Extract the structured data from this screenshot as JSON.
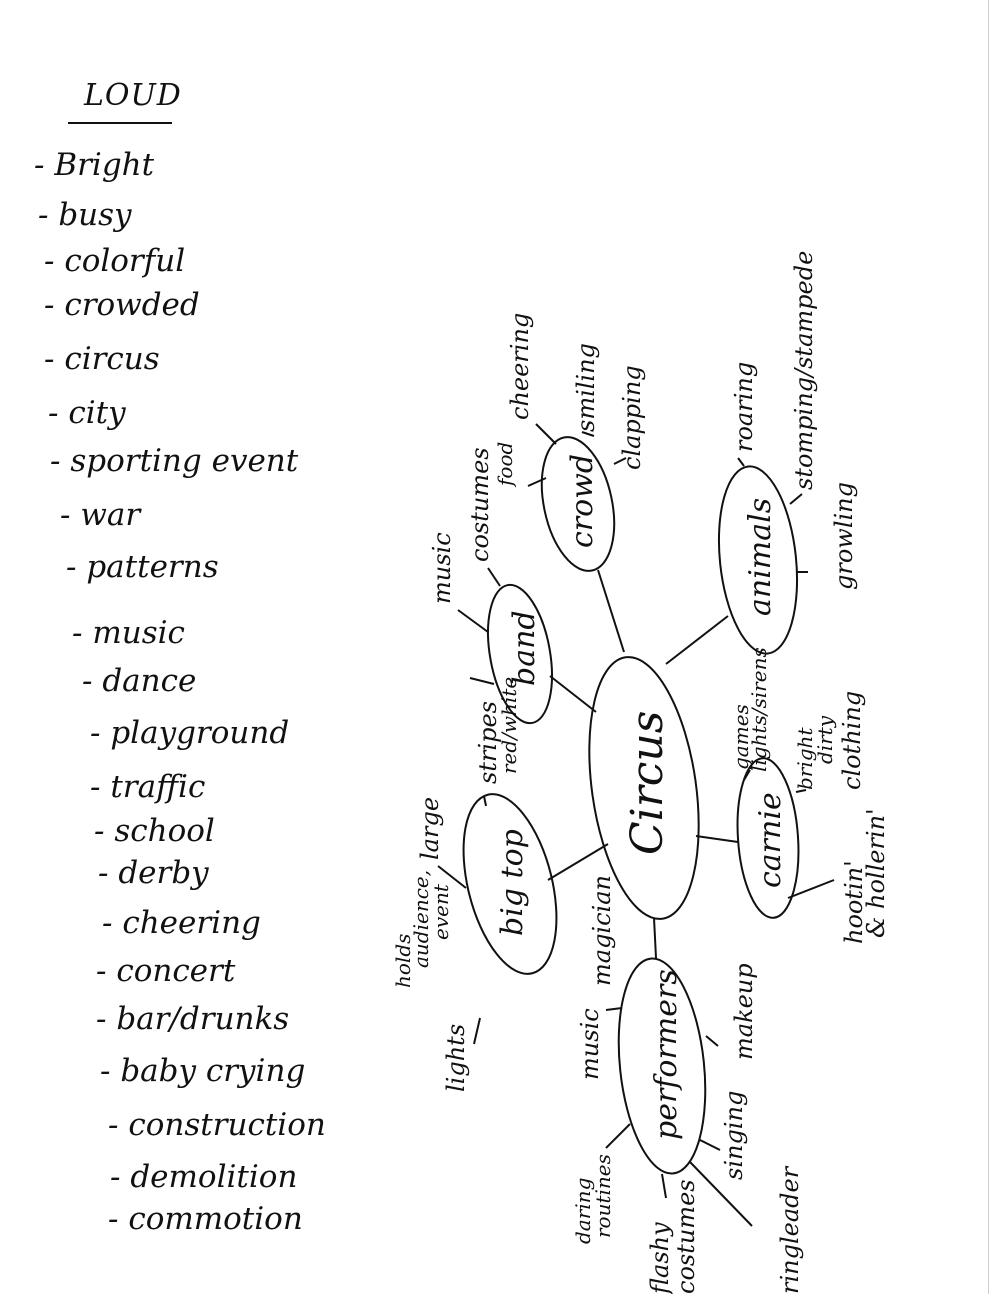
{
  "list": {
    "title": "LOUD",
    "items": [
      "- Bright",
      "- busy",
      "- colorful",
      "- crowded",
      "- circus",
      "- city",
      "- sporting event",
      "- war",
      "- patterns",
      "- music",
      "- dance",
      "- playground",
      "- traffic",
      "- school",
      "- derby",
      "- cheering",
      "- concert",
      "- bar/drunks",
      "- baby crying",
      "- construction",
      "- demolition",
      "- commotion"
    ]
  },
  "mindmap": {
    "center": "Circus",
    "nodes": {
      "crowd": "crowd",
      "animals": "animals",
      "band": "band",
      "carnie": "carnie",
      "bigtop": "big top",
      "performers": "performers"
    },
    "leaves": {
      "cheering": "cheering",
      "smiling": "smiling",
      "clapping": "clapping",
      "food": "food",
      "costumes": "costumes",
      "music_band": "music",
      "stripes": "stripes",
      "redwhite": "red/white",
      "roaring": "roaring",
      "stomping": "stomping/stampede",
      "growling": "growling",
      "games": "games",
      "lights_sirens": "lights/sirens",
      "bright": "bright",
      "dirty": "dirty",
      "clothing": "clothing",
      "hootin": "hootin'",
      "hollerin": "& hollerin'",
      "large": "large",
      "holds": "holds",
      "audience": "audience,",
      "event": "event",
      "lights": "lights",
      "magician": "magician",
      "music_perf": "music",
      "makeup": "makeup",
      "daring": "daring",
      "routines": "routines",
      "singing": "singing",
      "ringleader": "ringleader",
      "flashy": "flashy",
      "costumes2": "costumes"
    }
  }
}
